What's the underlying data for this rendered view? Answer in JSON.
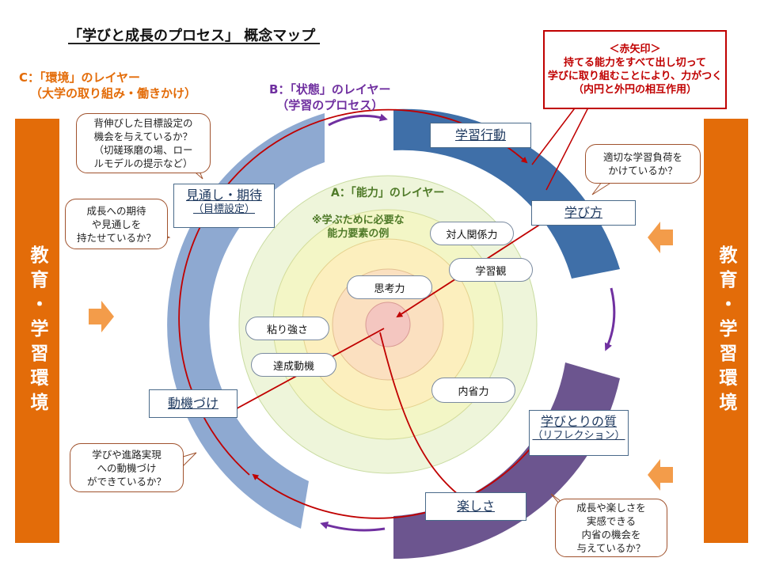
{
  "title": "「学びと成長のプロセス」 概念マップ",
  "layers": {
    "c": {
      "line1": "C：「環境」のレイヤー",
      "line2": "（大学の取り組み・働きかけ）"
    },
    "b": {
      "line1": "B：「状態」のレイヤー",
      "line2": "（学習のプロセス）"
    },
    "a": {
      "label": "A：「能力」のレイヤー",
      "note_line1": "※学ぶために必要な",
      "note_line2": "能力要素の例"
    }
  },
  "environment": {
    "left": "教育・学習環境",
    "right": "教育・学習環境"
  },
  "stages": {
    "gakushu_kodo": "学習行動",
    "manabikata": "学び方",
    "manabitori_main": "学びとりの質",
    "manabitori_sub": "（リフレクション）",
    "tanoshisa": "楽しさ",
    "doki": "動機づけ",
    "mitoshi_main": "見通し・期待",
    "mitoshi_sub": "（目標設定）"
  },
  "abilities": {
    "taijin": "対人関係力",
    "gakushukan": "学習観",
    "shiko": "思考力",
    "nebari": "粘り強さ",
    "tassei": "達成動機",
    "naisei": "内省力"
  },
  "callouts": {
    "top_left": [
      "背伸びした目標設定の",
      "機会を与えているか？",
      "（切磋琢磨の場、ロー",
      "ルモデルの提示など）"
    ],
    "mid_left": [
      "成長への期待",
      "や見通しを",
      "持たせているか？"
    ],
    "bottom_left": [
      "学びや進路実現",
      "への動機づけ",
      "ができているか？"
    ],
    "top_right": [
      "適切な学習負荷を",
      "かけているか？"
    ],
    "bottom_right": [
      "成長や楽しさを",
      "実感できる",
      "内省の機会を",
      "与えているか？"
    ]
  },
  "red_note": {
    "line1": "＜赤矢印＞",
    "line2": "持てる能力をすべて出し切って",
    "line3": "学びに取り組むことにより、力がつく",
    "line4": "（内円と外円の相互作用）"
  },
  "colors": {
    "orange": "#e36c09",
    "purple": "#7030a0",
    "red": "#c00000",
    "blue_dark": "#3f6fa8",
    "blue_light": "#8ea9d1",
    "purple_band": "#6c558f",
    "ring_outer": "#eff6dc",
    "ring_center": "#f4c6c0"
  }
}
